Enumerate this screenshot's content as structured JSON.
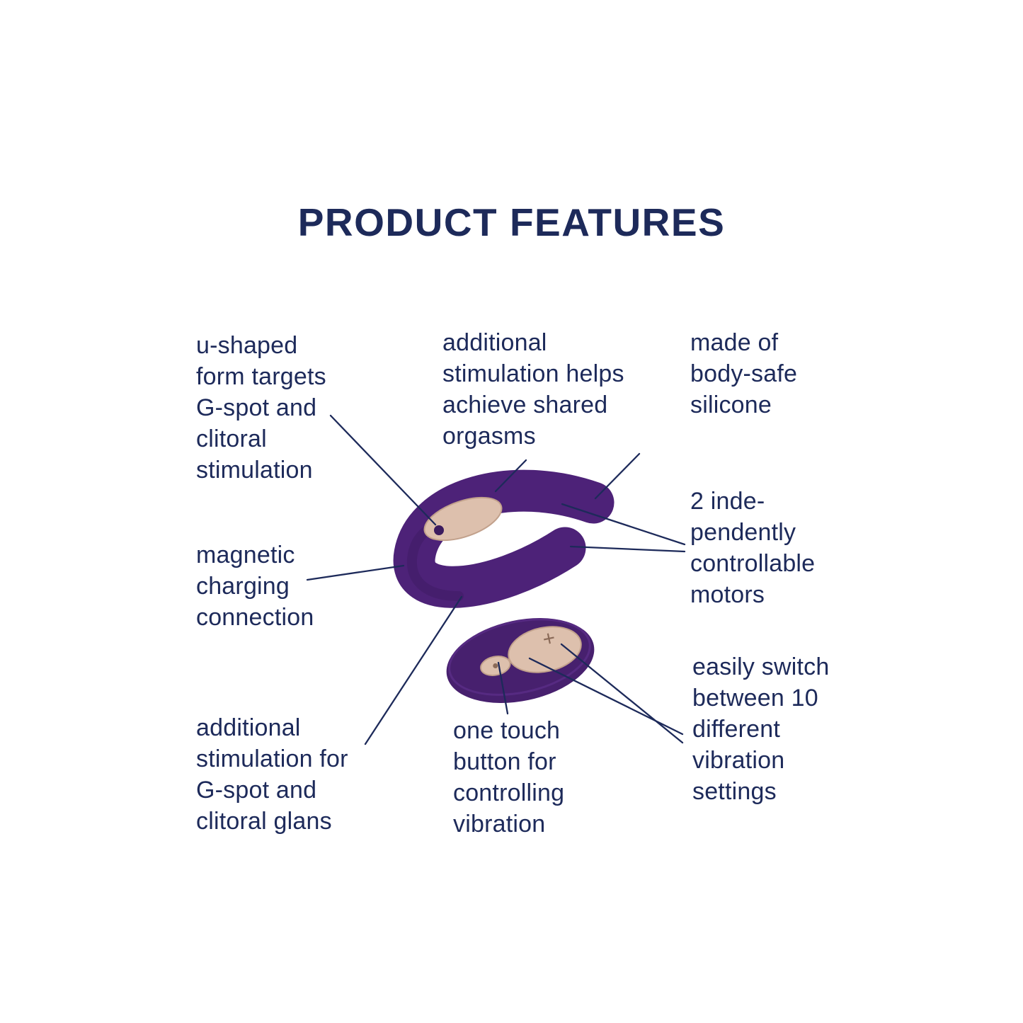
{
  "title": "PRODUCT FEATURES",
  "labels": {
    "u_shaped": "u-shaped form targets G-spot and clitoral stimulation",
    "shared_orgasms": "additional stimulation helps achieve shared orgasms",
    "body_safe": "made of body-safe silicone",
    "motors": "2 inde- pendently controllable motors",
    "magnetic": "magnetic charging connection",
    "additional_glans": "additional stimulation for G-spot and clitoral glans",
    "one_touch": "one touch button for controlling vibration",
    "settings": "easily switch between 10 different vibration settings"
  },
  "illustration": {
    "device": "u-shaped couples vibrator with magnetic charging panel",
    "remote": "oval remote control with one-touch buttons",
    "plus_symbol": "+",
    "colors": {
      "text": "#1d2a5a",
      "callout_line": "#1d2a5a",
      "device_purple": "#4d2278",
      "remote_purple": "#47206e",
      "button_dark_purple": "#3b1b5e",
      "rose_gold": "#ddc0ad",
      "rose_gold_edge": "#c2a18c",
      "engraving": "#8a6a58",
      "background": "#ffffff"
    }
  }
}
